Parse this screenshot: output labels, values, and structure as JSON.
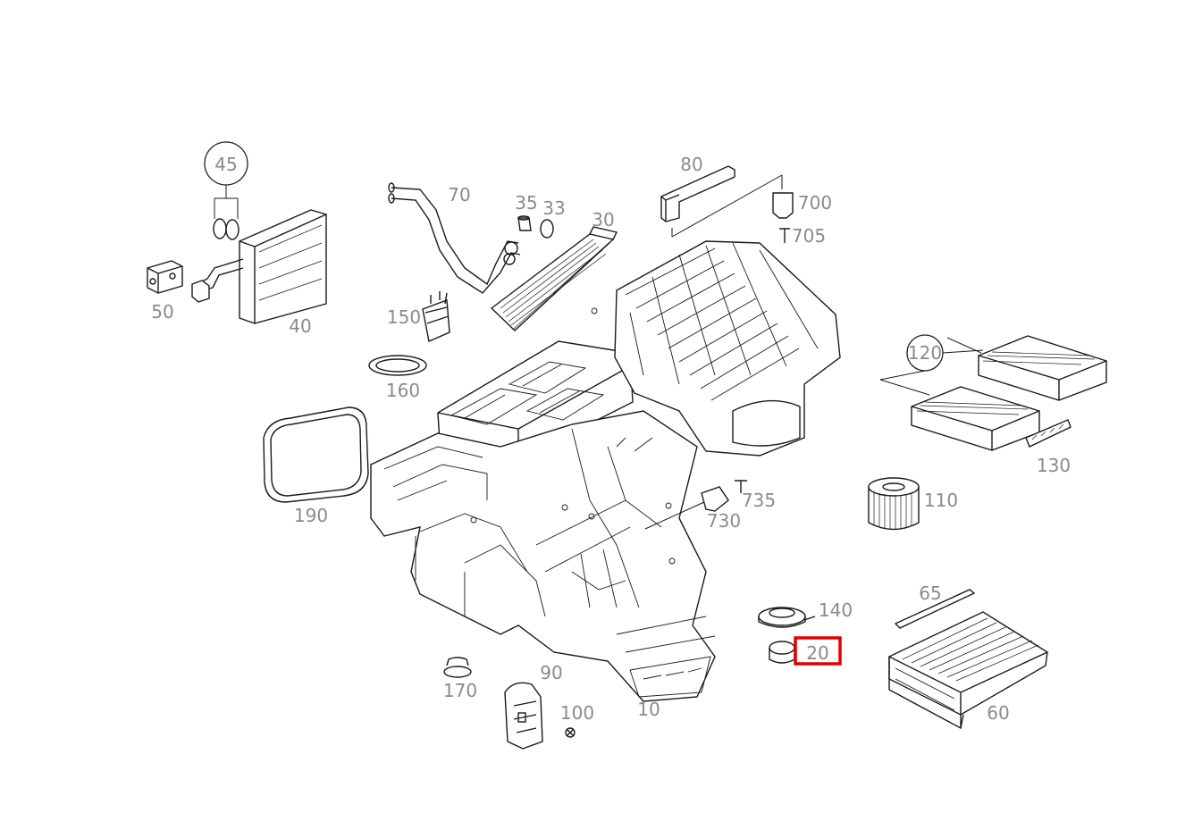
{
  "diagram": {
    "highlight_color": "#e00000",
    "label_color": "#8a8a8a",
    "highlighted_part": "20",
    "parts": [
      {
        "id": "p45",
        "label": "45",
        "circled": true
      },
      {
        "id": "p50",
        "label": "50"
      },
      {
        "id": "p40",
        "label": "40"
      },
      {
        "id": "p70",
        "label": "70"
      },
      {
        "id": "p35",
        "label": "35"
      },
      {
        "id": "p33",
        "label": "33"
      },
      {
        "id": "p30",
        "label": "30"
      },
      {
        "id": "p80",
        "label": "80"
      },
      {
        "id": "p700",
        "label": "700"
      },
      {
        "id": "p705",
        "label": "705"
      },
      {
        "id": "p150",
        "label": "150"
      },
      {
        "id": "p160",
        "label": "160"
      },
      {
        "id": "p120",
        "label": "120",
        "circled": true
      },
      {
        "id": "p130",
        "label": "130"
      },
      {
        "id": "p190",
        "label": "190"
      },
      {
        "id": "p735",
        "label": "735"
      },
      {
        "id": "p730",
        "label": "730"
      },
      {
        "id": "p110",
        "label": "110"
      },
      {
        "id": "p65",
        "label": "65"
      },
      {
        "id": "p140",
        "label": "140"
      },
      {
        "id": "p20",
        "label": "20",
        "highlighted": true
      },
      {
        "id": "p90",
        "label": "90"
      },
      {
        "id": "p170",
        "label": "170"
      },
      {
        "id": "p100",
        "label": "100"
      },
      {
        "id": "p10",
        "label": "10"
      },
      {
        "id": "p60",
        "label": "60"
      }
    ]
  }
}
